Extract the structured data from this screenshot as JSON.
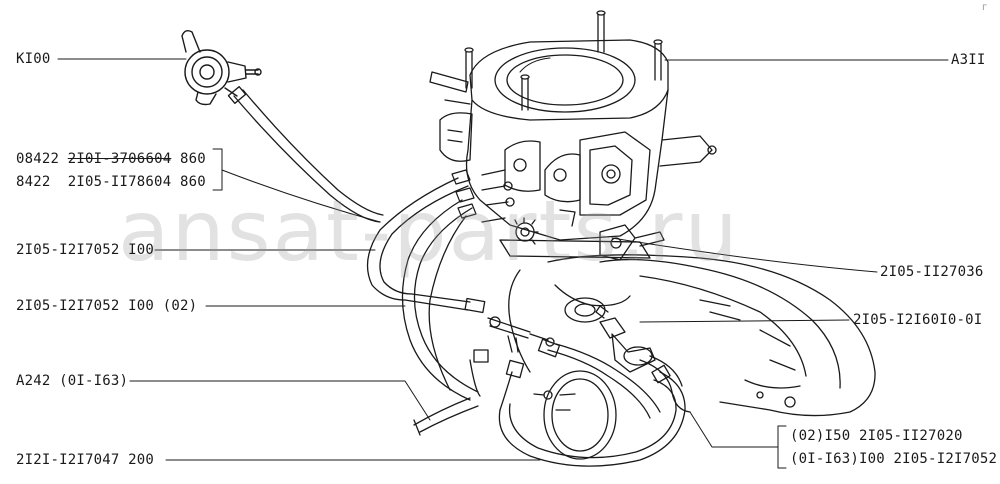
{
  "watermark": "ansat-parts.ru",
  "corner_mark": "г",
  "callouts": {
    "k100": "KI00",
    "a311": "A3II",
    "p08422_prefix": "08422 ",
    "p08422_struck": "2I0I-3706604",
    "p08422_suffix": " 860",
    "p8422": "8422  2I05-II78604 860",
    "p2105_i217052_100": "2I05-I2I7052 I00",
    "p2105_ii27036": "2I05-II27036",
    "p2105_i217052_100_02": "2I05-I2I7052 I00 (02)",
    "p2105_i21610_01": "2I05-I2I60I0-0I",
    "a242": "A242 (0I-I63)",
    "p02_150": "(02)I50 2I05-II27020",
    "p01_163_100": "(0I-I63)I00 2I05-I2I7052",
    "p2121_i217047_200": "2I2I-I2I7047 200"
  },
  "colors": {
    "ink": "#1a1a1a",
    "watermark": "#969696"
  }
}
